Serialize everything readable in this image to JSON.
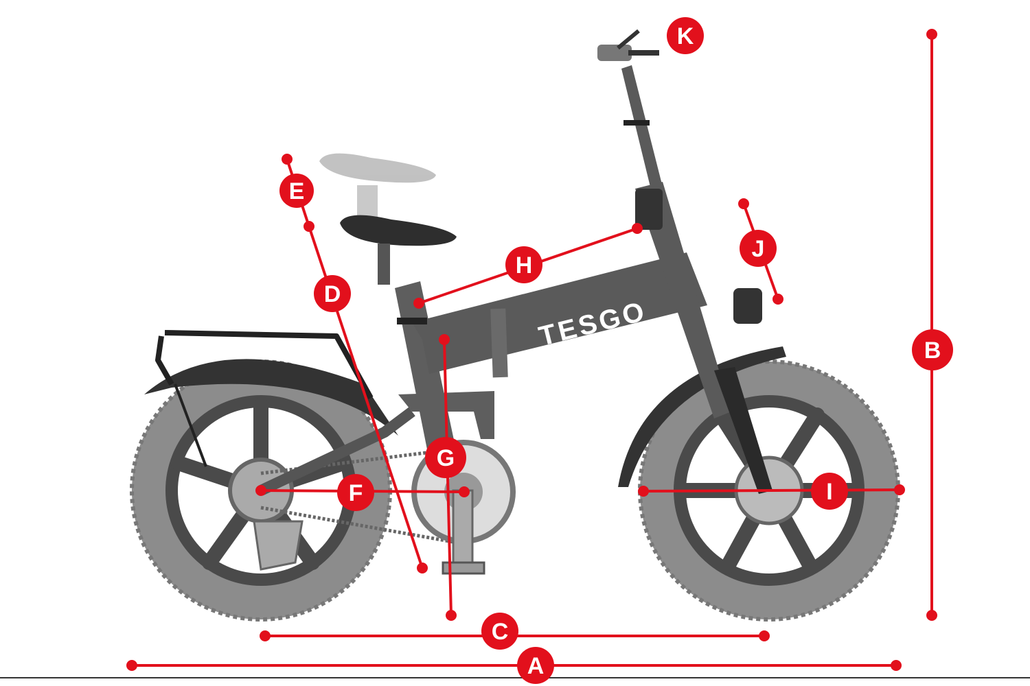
{
  "brand": "TESGO",
  "colors": {
    "accent": "#e2101c",
    "frame": "#5a5a5a",
    "tire": "#8a8a8a",
    "rim": "#4a4a4a"
  },
  "dimensions": [
    {
      "id": "A",
      "label": "A"
    },
    {
      "id": "B",
      "label": "B"
    },
    {
      "id": "C",
      "label": "C"
    },
    {
      "id": "D",
      "label": "D"
    },
    {
      "id": "E",
      "label": "E"
    },
    {
      "id": "F",
      "label": "F"
    },
    {
      "id": "G",
      "label": "G"
    },
    {
      "id": "H",
      "label": "H"
    },
    {
      "id": "I",
      "label": "I"
    },
    {
      "id": "J",
      "label": "J"
    },
    {
      "id": "K",
      "label": "K"
    }
  ]
}
